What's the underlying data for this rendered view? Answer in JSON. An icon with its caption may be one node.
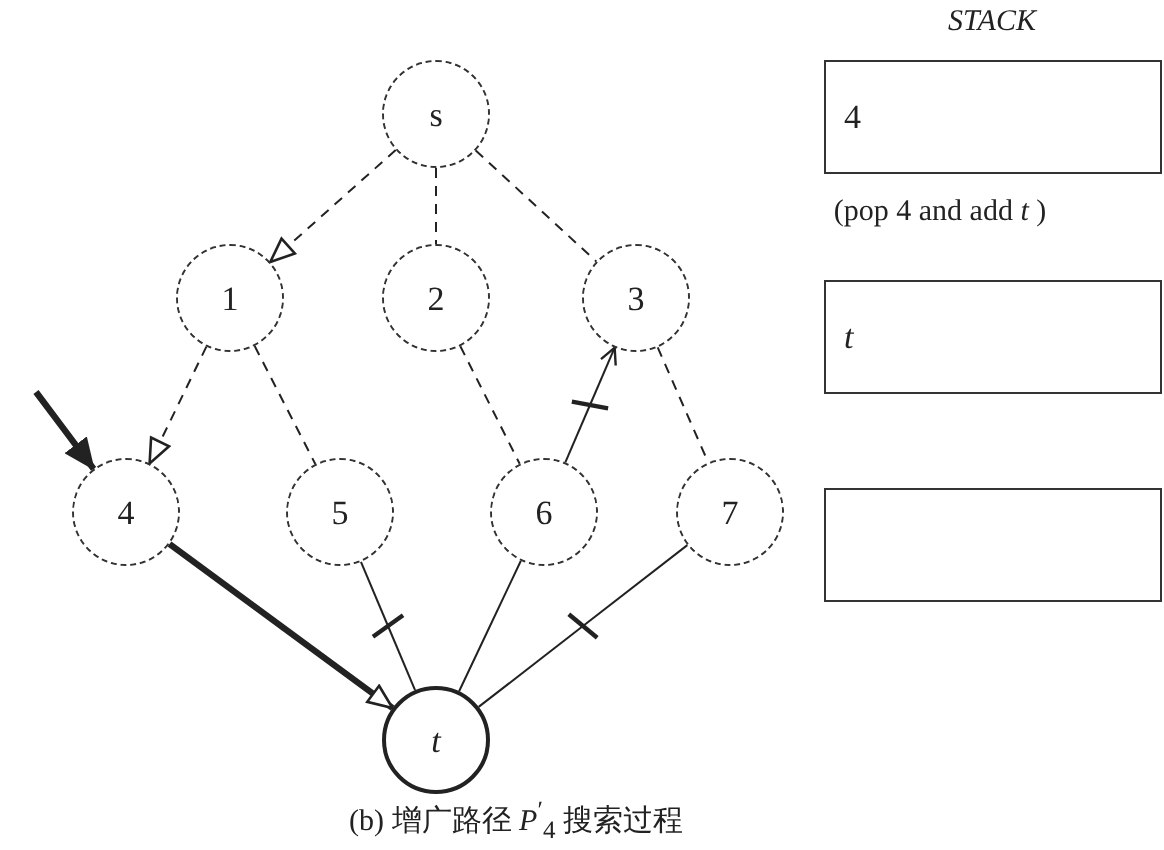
{
  "diagram": {
    "caption": "(b) 增广路径 *P*$^{′}$$_{4}$ 搜索过程",
    "nodes": [
      {
        "text": [
          "s"
        ]
      },
      {
        "text": [
          "1"
        ]
      },
      {
        "text": [
          "2"
        ]
      },
      {
        "text": [
          "3"
        ]
      },
      {
        "text": [
          "4"
        ]
      },
      {
        "text": [
          "5"
        ]
      },
      {
        "text": [
          "6"
        ]
      },
      {
        "text": [
          "7"
        ]
      },
      {
        "text": [
          "t"
        ]
      },
      {
        "text": [
          "4"
        ]
      },
      {
        "text": [
          "t"
        ]
      },
      {
        "text": [],
        "shape": "box"
      }
    ],
    "edges": [
      {
        "from": 0,
        "to": 1,
        "arrow": "to",
        "style": "dashed"
      },
      {
        "from": 0,
        "to": 2,
        "arrow": "none",
        "style": "dashed"
      },
      {
        "from": 0,
        "to": 3,
        "arrow": "none",
        "style": "dashed"
      },
      {
        "from": 1,
        "to": 4,
        "arrow": "to",
        "style": "dashed"
      },
      {
        "from": 1,
        "to": 5,
        "arrow": "none",
        "style": "dashed"
      },
      {
        "from": 2,
        "to": 6,
        "arrow": "none",
        "style": "dashed"
      },
      {
        "from": 3,
        "to": 7,
        "arrow": "none",
        "style": "dashed"
      },
      {
        "from": 6,
        "to": 3,
        "arrow": "to"
      },
      {
        "from": 4,
        "to": 8,
        "arrow": "to",
        "style": "thick"
      },
      {
        "from": 5,
        "to": 8,
        "arrow": "none"
      },
      {
        "from": 6,
        "to": 8,
        "arrow": "none"
      },
      {
        "from": 7,
        "to": 8,
        "arrow": "none"
      },
      {
        "from": null,
        "to": 4,
        "arrow": "to",
        "style": "thick"
      }
    ],
    "labels": [
      "STACK",
      "(pop 4 and add *t* )"
    ]
  }
}
